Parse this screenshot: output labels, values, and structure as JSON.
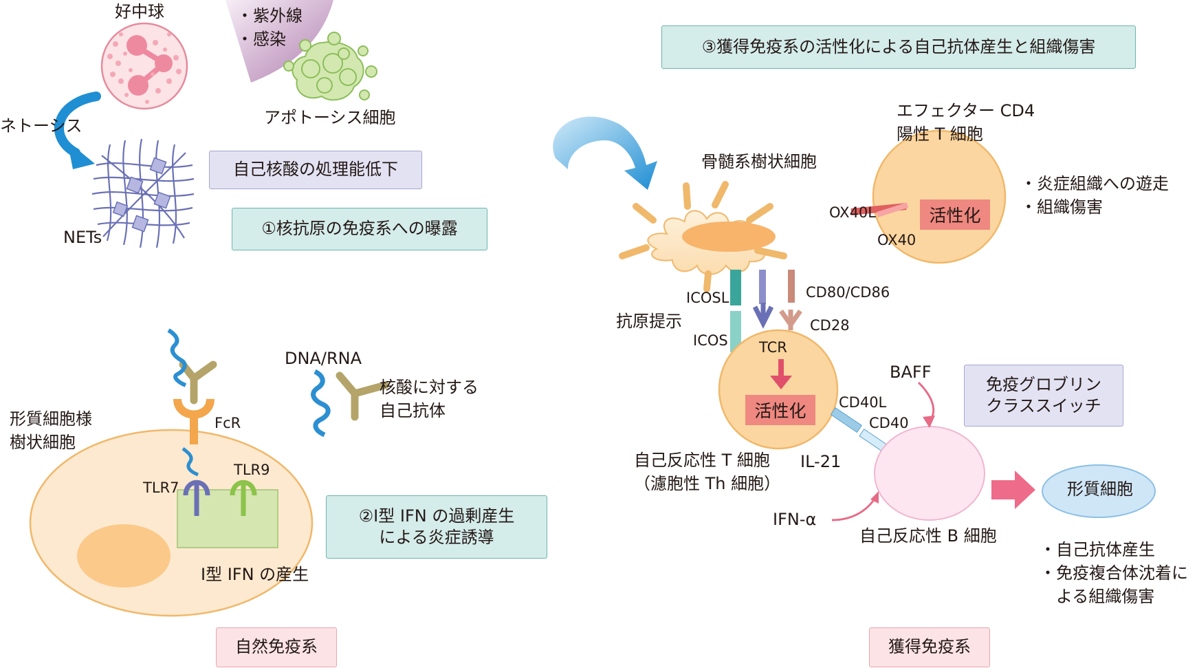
{
  "colors": {
    "neutrophil": "#f6c2c9",
    "cell_orange": "#fbd6a0",
    "plasma_dc": "#fde9cf",
    "b_cell": "#fde6f0",
    "plasma_cell": "#cfe6f7",
    "activation": "#ee8880",
    "arrow_blue": "#1f8ed3",
    "net_fiber": "#6a70b5",
    "apoptosis_green": "#b9d98a"
  },
  "icons": [
    "neutrophil-icon",
    "apoptotic-cell-icon",
    "nets-icon",
    "dna-helix-icon",
    "antibody-icon",
    "dendritic-cell-icon"
  ],
  "top_left": {
    "neutrophil": "好中球",
    "triggers": [
      "・紫外線",
      "・感染"
    ],
    "apoptotic_cell": "アポトーシス細胞",
    "netosis": "ネトーシス",
    "nets": "NETs",
    "reduced_clearance": "自己核酸の処理能低下",
    "step1": "①核抗原の免疫系への曝露"
  },
  "bottom_left": {
    "pdc": [
      "形質細胞様",
      "樹状細胞"
    ],
    "fcr": "FcR",
    "tlr7": "TLR7",
    "tlr9": "TLR9",
    "dna_rna": "DNA/RNA",
    "autoantibody": [
      "核酸に対する",
      "自己抗体"
    ],
    "ifn_production": "Ⅰ型 IFN の産生",
    "step2": [
      "②Ⅰ型 IFN の過剰産生",
      "による炎症誘導"
    ],
    "category": "自然免疫系"
  },
  "right": {
    "step3": "③獲得免疫系の活性化による自己抗体産生と組織傷害",
    "dendritic_cell": "骨髄系樹状細胞",
    "effector_t": [
      "エフェクター CD4",
      "陽性 T 細胞"
    ],
    "activation": "活性化",
    "effector_effects": [
      "・炎症組織への遊走",
      "・組織傷害"
    ],
    "ox40l": "OX40L",
    "ox40": "OX40",
    "icosl": "ICOSL",
    "icos": "ICOS",
    "cd80_86": "CD80/CD86",
    "cd28": "CD28",
    "tcr": "TCR",
    "antigen_presentation": "抗原提示",
    "cd40l": "CD40L",
    "cd40": "CD40",
    "baff": "BAFF",
    "class_switch": [
      "免疫グロブリン",
      "クラススイッチ"
    ],
    "tfh": [
      "自己反応性 T 細胞",
      "（濾胞性 Th 細胞）"
    ],
    "il21": "IL-21",
    "ifn_alpha": "IFN-α",
    "b_cell": "自己反応性 B 細胞",
    "plasma_cell": "形質細胞",
    "plasma_effects": [
      "・自己抗体産生",
      "・免疫複合体沈着に",
      "よる組織傷害"
    ],
    "category": "獲得免疫系"
  }
}
